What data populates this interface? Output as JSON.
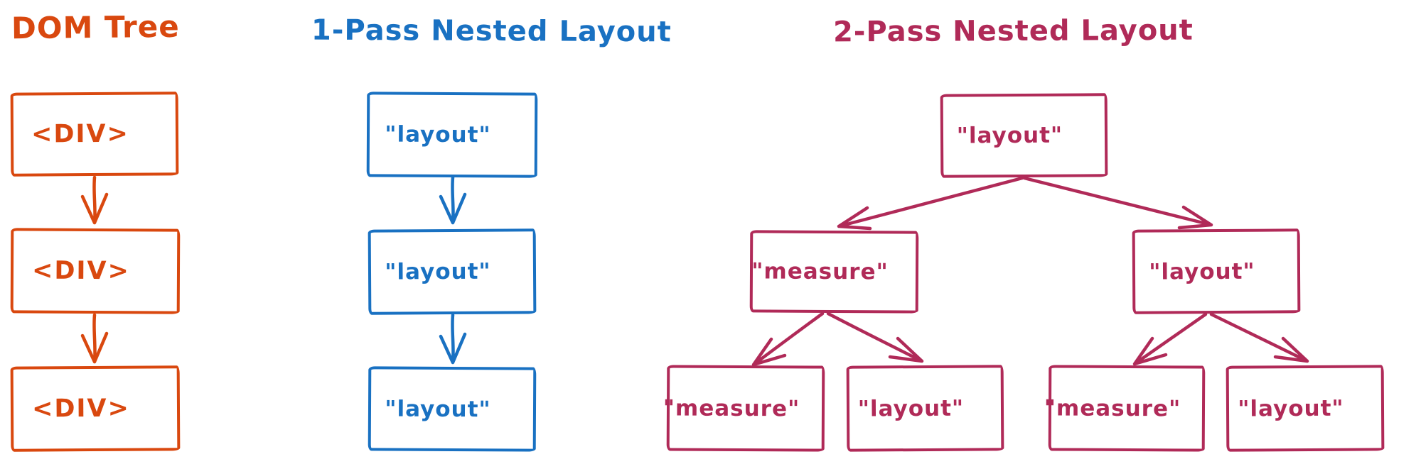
{
  "background": "#ffffff",
  "colors": {
    "orange": "#d9480f",
    "blue": "#1971c2",
    "magenta": "#b02a58"
  },
  "diagrams": {
    "dom_tree": {
      "title": "DOM Tree",
      "color": "#d9480f",
      "nodes": [
        "<DIV>",
        "<DIV>",
        "<DIV>"
      ],
      "edges": [
        "node1->node2",
        "node2->node3"
      ]
    },
    "one_pass": {
      "title": "1-Pass Nested Layout",
      "color": "#1971c2",
      "nodes": [
        "\"layout\"",
        "\"layout\"",
        "\"layout\""
      ],
      "edges": [
        "node1->node2",
        "node2->node3"
      ]
    },
    "two_pass": {
      "title": "2-Pass Nested Layout",
      "color": "#b02a58",
      "root": "\"layout\"",
      "level2": [
        "\"measure\"",
        "\"layout\""
      ],
      "leaves": [
        "\"measure\"",
        "\"layout\"",
        "\"measure\"",
        "\"layout\""
      ],
      "edges": [
        "root->measure",
        "root->layout",
        "measure->measure",
        "measure->layout",
        "layout->measure",
        "layout->layout"
      ]
    }
  }
}
